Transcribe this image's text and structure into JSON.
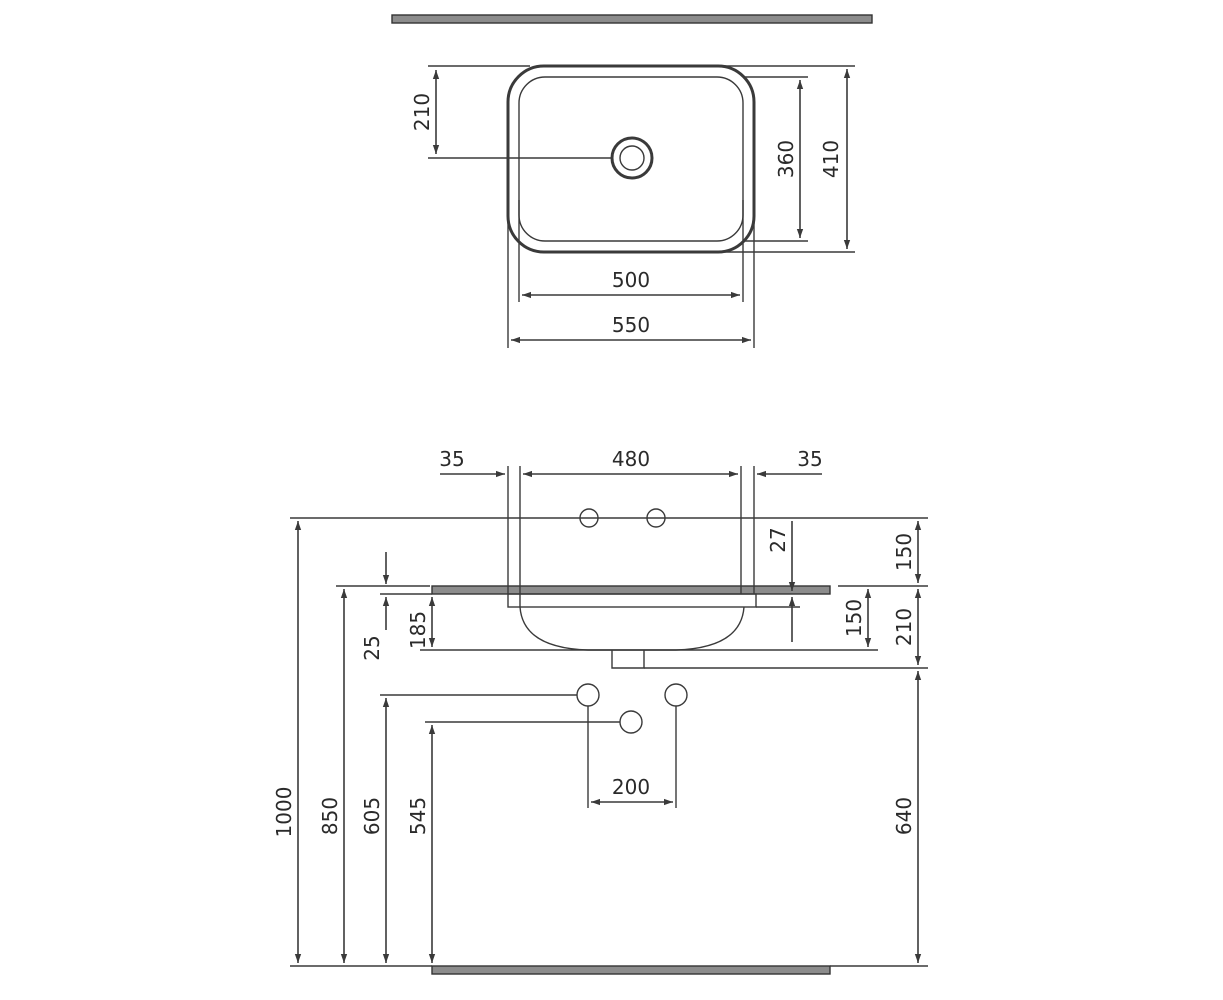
{
  "top_view": {
    "dim_drain_offset": "210",
    "dim_inner_depth": "360",
    "dim_outer_depth": "410",
    "dim_inner_width": "500",
    "dim_outer_width": "550"
  },
  "front_view": {
    "dim_left_margin": "35",
    "dim_middle_width": "480",
    "dim_right_margin": "35",
    "dim_tap_offset": "27",
    "dim_tap_height": "150",
    "dim_bowl_depth": "210",
    "dim_bowl_inner": "150",
    "dim_rim_thickness": "25",
    "dim_rim_to_bottom": "185",
    "dim_total_height": "1000",
    "dim_countertop_height": "850",
    "dim_supply_height": "605",
    "dim_waste_height": "545",
    "dim_floor_to_bowl": "640",
    "dim_supply_spacing": "200"
  },
  "colors": {
    "line": "#3a3a3a",
    "slab": "#8c8c8c"
  }
}
